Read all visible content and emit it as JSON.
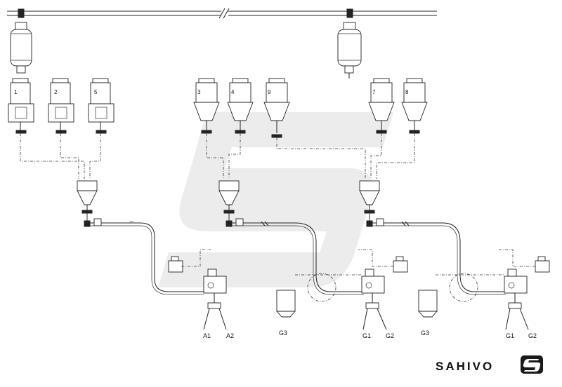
{
  "brand": {
    "name": "SAHIVO",
    "logo_icon": "sahivo-s-logo-icon",
    "logo_color": "#1a1a1a",
    "watermark_color": "#e9e9e9"
  },
  "silos": {
    "group1": [
      "1",
      "2",
      "5"
    ],
    "group2": [
      "3",
      "4",
      "9"
    ],
    "group3": [
      "7",
      "8"
    ]
  },
  "stations": {
    "station_a": [
      "A1",
      "A2"
    ],
    "station_b": {
      "side": "G3",
      "outlets": [
        "G1",
        "G2"
      ]
    },
    "station_c": {
      "side": "G3",
      "outlets": [
        "G1",
        "G2"
      ]
    }
  }
}
